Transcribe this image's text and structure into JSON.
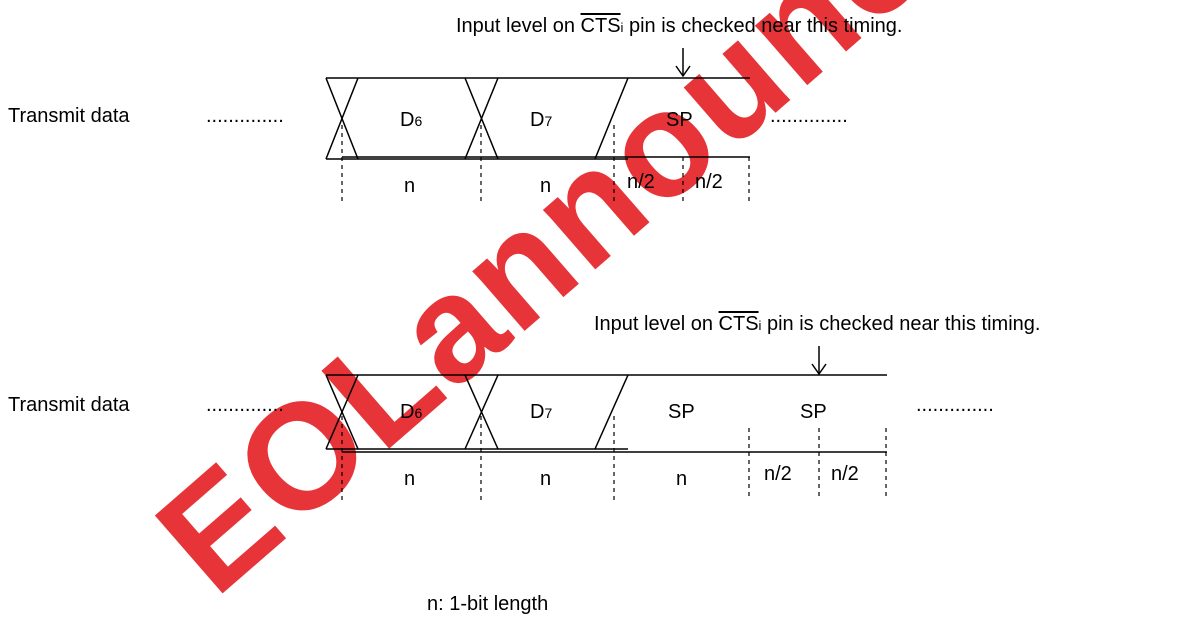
{
  "watermark": {
    "text": "EOLannouncements",
    "color": "#e41e23"
  },
  "diagram1": {
    "note": {
      "prefix": "Input level on ",
      "signal": "CTS",
      "signal_sub": "i",
      "suffix": " pin is checked near this timing."
    },
    "row_label": "Transmit data",
    "dots_left": "..............",
    "dots_right": "..............",
    "bits": [
      {
        "main": "D",
        "sub": "6"
      },
      {
        "main": "D",
        "sub": "7"
      },
      {
        "main": "SP",
        "sub": ""
      }
    ],
    "durations": [
      "n",
      "n",
      "n/2",
      "n/2"
    ]
  },
  "diagram2": {
    "note": {
      "prefix": "Input level on ",
      "signal": "CTS",
      "signal_sub": "i",
      "suffix": " pin is checked near this timing."
    },
    "row_label": "Transmit data",
    "dots_left": "..............",
    "dots_right": "..............",
    "bits": [
      {
        "main": "D",
        "sub": "6"
      },
      {
        "main": "D",
        "sub": "7"
      },
      {
        "main": "SP",
        "sub": ""
      },
      {
        "main": "SP",
        "sub": ""
      }
    ],
    "durations": [
      "n",
      "n",
      "n",
      "n/2",
      "n/2"
    ]
  },
  "legend": {
    "text": "n: 1-bit length"
  }
}
